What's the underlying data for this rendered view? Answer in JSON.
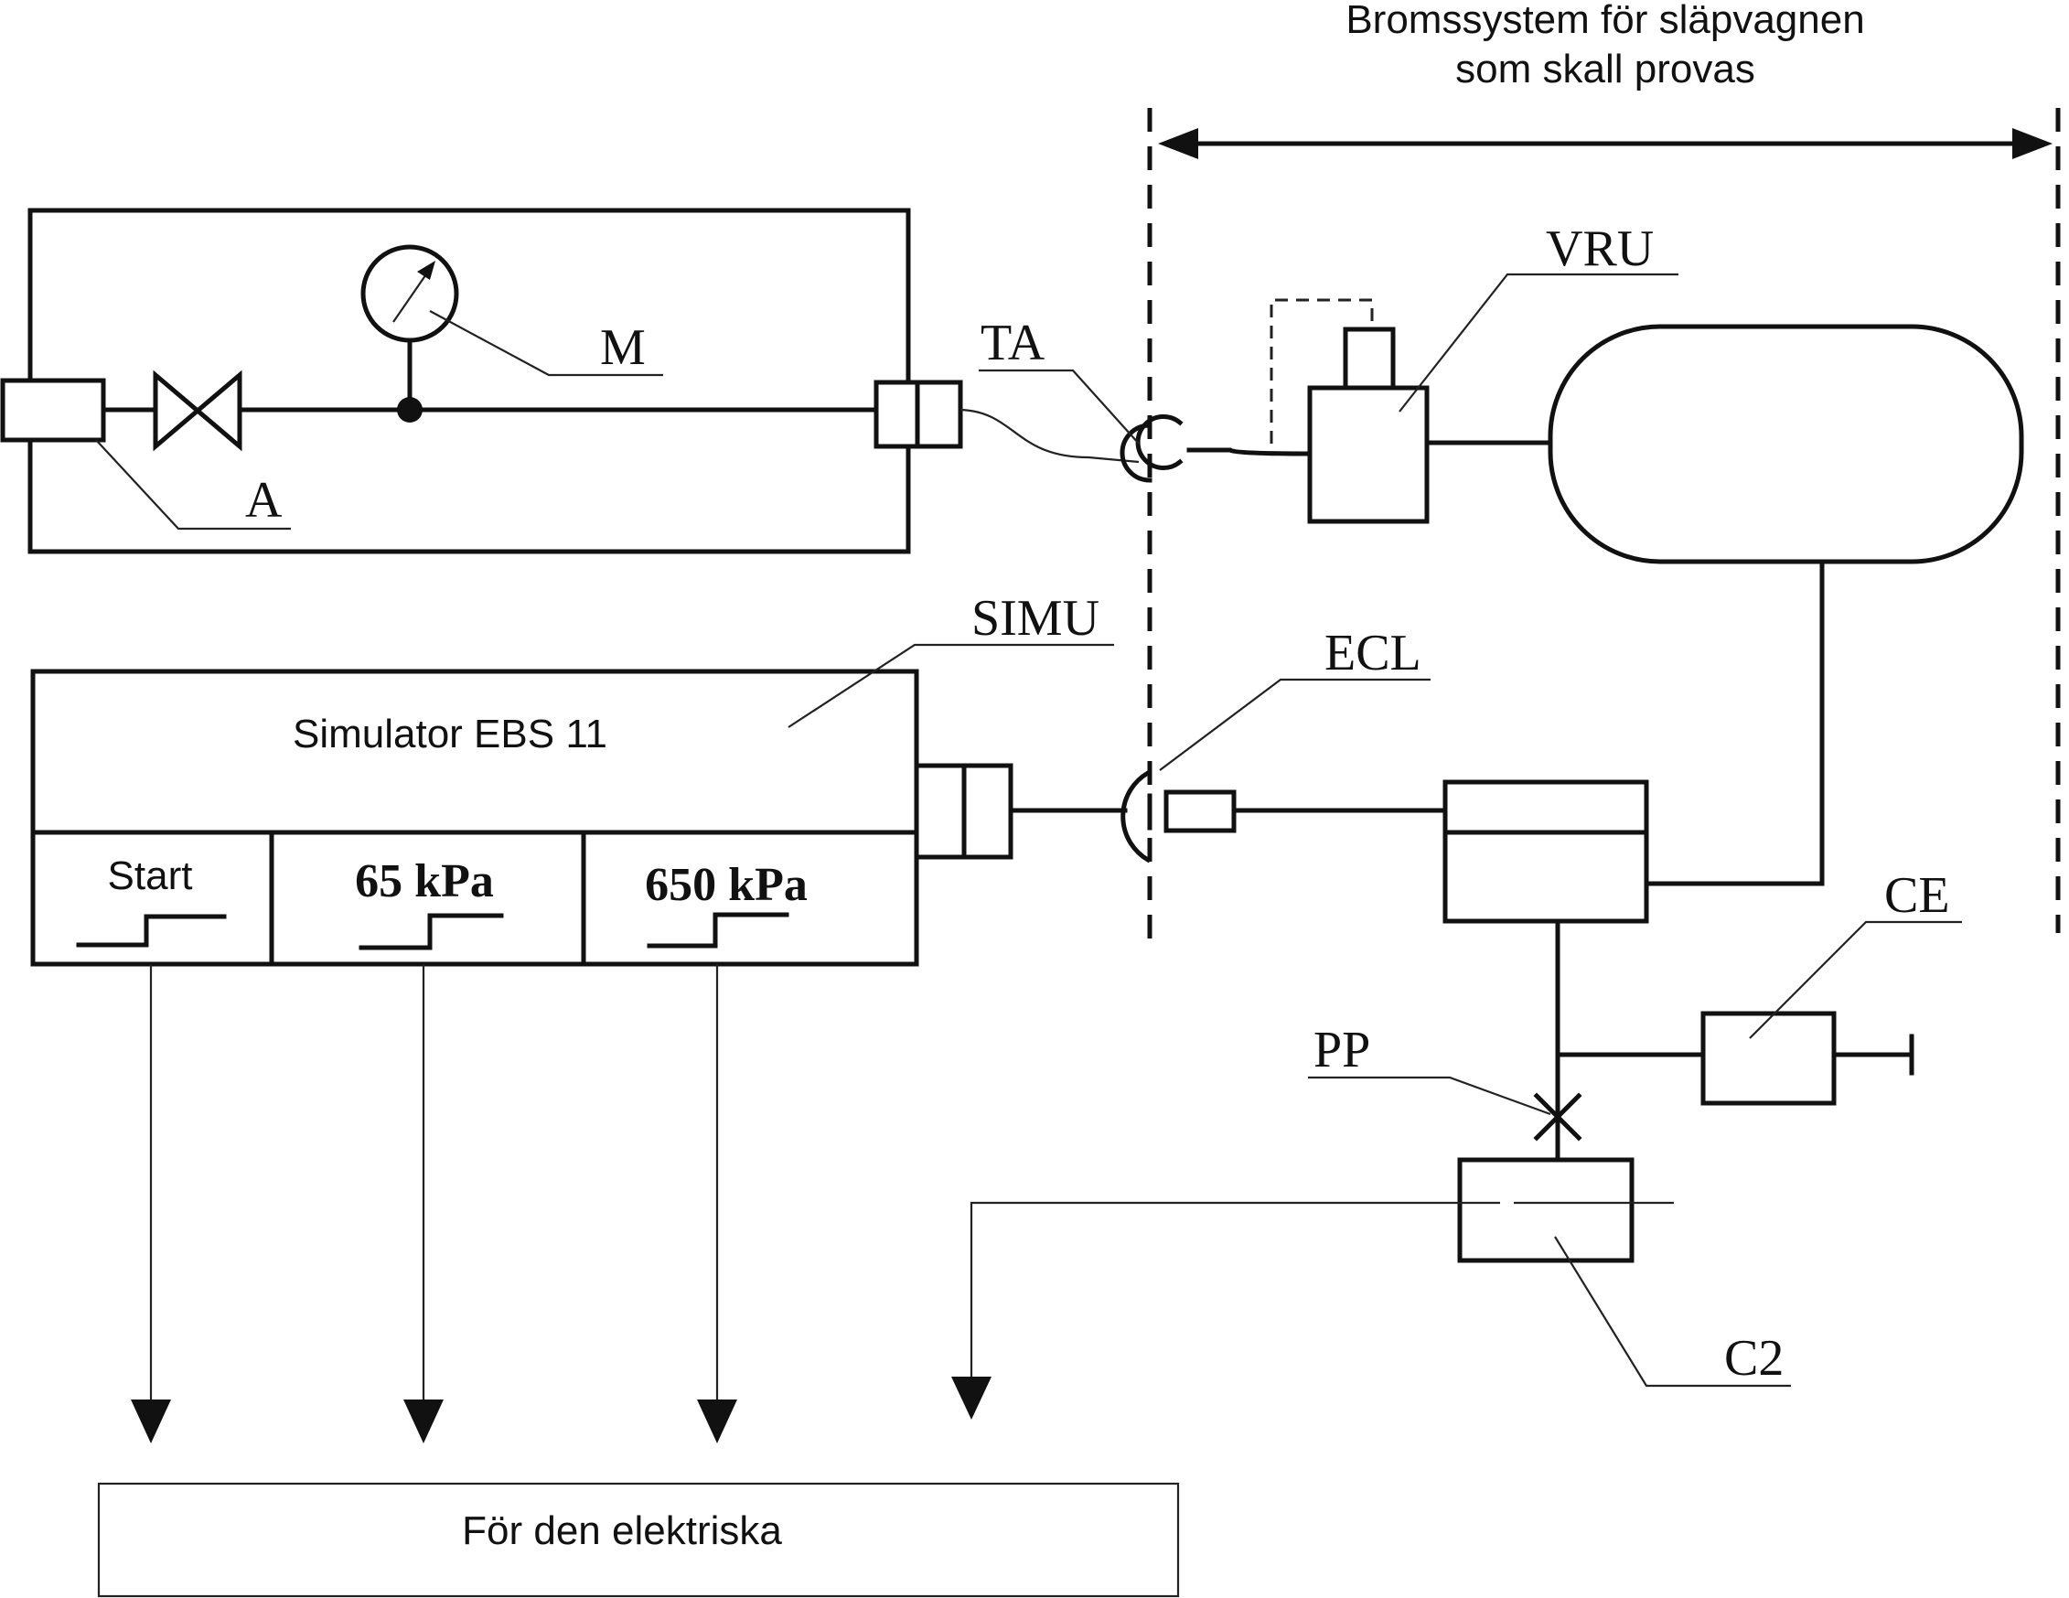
{
  "header": {
    "line1": "Bromssystem för släpvagnen",
    "line2": "som skall provas"
  },
  "labels": {
    "m": "M",
    "a": "A",
    "ta": "TA",
    "vru": "VRU",
    "simu": "SIMU",
    "ecl": "ECL",
    "ce": "CE",
    "pp": "PP",
    "c2": "C2"
  },
  "simulator": {
    "title": "Simulator EBS 11",
    "buttons": [
      {
        "label": "Start"
      },
      {
        "label": "65 kPa"
      },
      {
        "label": "650 kPa"
      }
    ]
  },
  "footer": {
    "label": "För den elektriska"
  }
}
